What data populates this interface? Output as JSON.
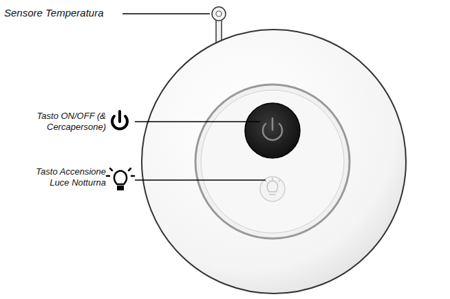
{
  "diagram": {
    "labels": [
      "Sensore Temperatura",
      "Tasto ON/OFF (& Cercapersone)",
      "Tasto Accensione Luce Notturna"
    ]
  }
}
